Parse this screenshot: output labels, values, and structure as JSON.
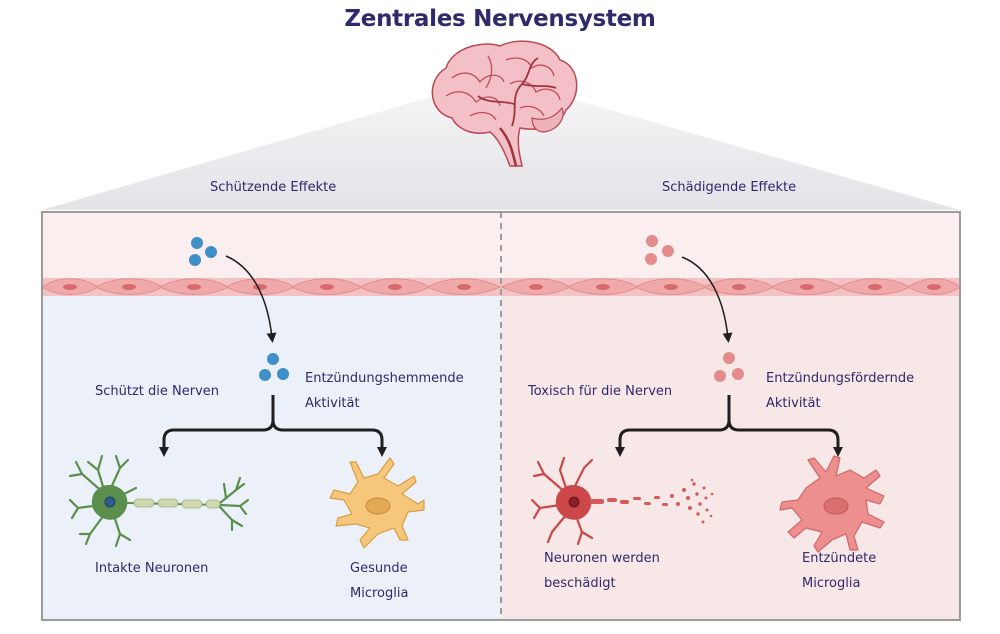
{
  "title": "Zentrales Nervensystem",
  "left": {
    "header": "Schützende Effekte",
    "side_label": "Schützt die Nerven",
    "activity_line1": "Entzündungshemmende",
    "activity_line2": "Aktivität",
    "neuron_label": "Intakte Neuronen",
    "microglia_line1": "Gesunde",
    "microglia_line2": "Microglia"
  },
  "right": {
    "header": "Schädigende Effekte",
    "side_label": "Toxisch für die Nerven",
    "activity_line1": "Entzündungsfördernde",
    "activity_line2": "Aktivität",
    "neuron_line1": "Neuronen werden",
    "neuron_line2": "beschädigt",
    "microglia_line1": "Entzündete",
    "microglia_line2": "Microglia"
  },
  "colors": {
    "title": "#2e2a6b",
    "protective_bg": "#ecf1f9",
    "damaging_bg": "#f8e7e7",
    "endothelium": "#f0b0b0",
    "blue_molecule": "#3f8fcb",
    "pink_molecule": "#e48c8c",
    "healthy_neuron": "#5b8f4e",
    "healthy_microglia": "#f6c77a",
    "damaged_neuron": "#cc4848",
    "inflamed_microglia": "#ee8f8f"
  }
}
